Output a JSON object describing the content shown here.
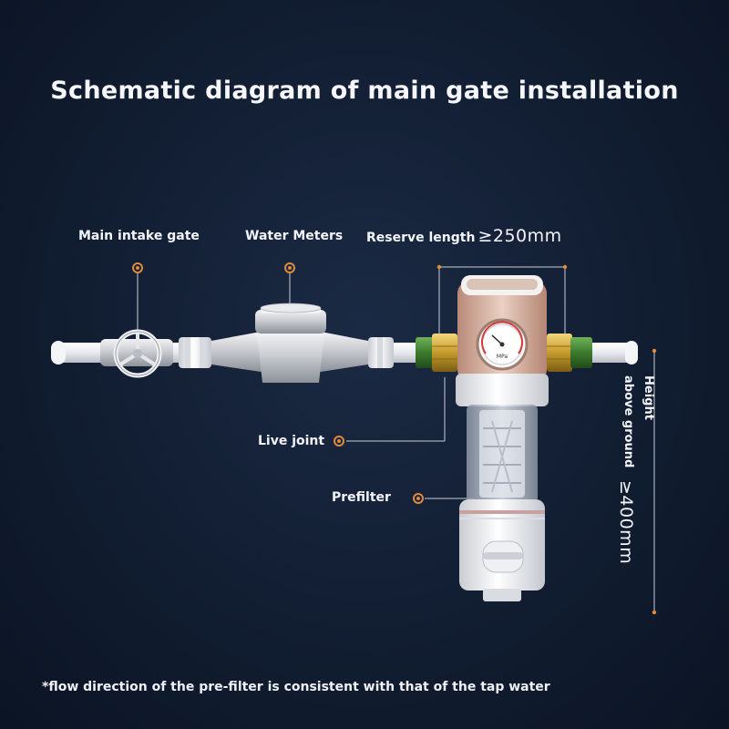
{
  "title": "Schematic diagram of main gate installation",
  "labels": {
    "main_intake_gate": "Main intake gate",
    "water_meters": "Water Meters",
    "reserve_length_label": "Reserve length",
    "reserve_length_value": "≥250mm",
    "live_joint": "Live joint",
    "prefilter": "Prefilter",
    "height_line1": "Height",
    "height_line2": "above ground",
    "height_value": "≥400mm"
  },
  "gauge_text": "MPa",
  "footnote": "*flow direction of the pre-filter is consistent with that of the tap water",
  "colors": {
    "background": "#111d31",
    "marker": "#e08a3c",
    "pipe": "#e9ecef",
    "brass": "#c9a43a",
    "green_seal": "#3b7a2e",
    "rose_gold": "#d6b3a4"
  }
}
